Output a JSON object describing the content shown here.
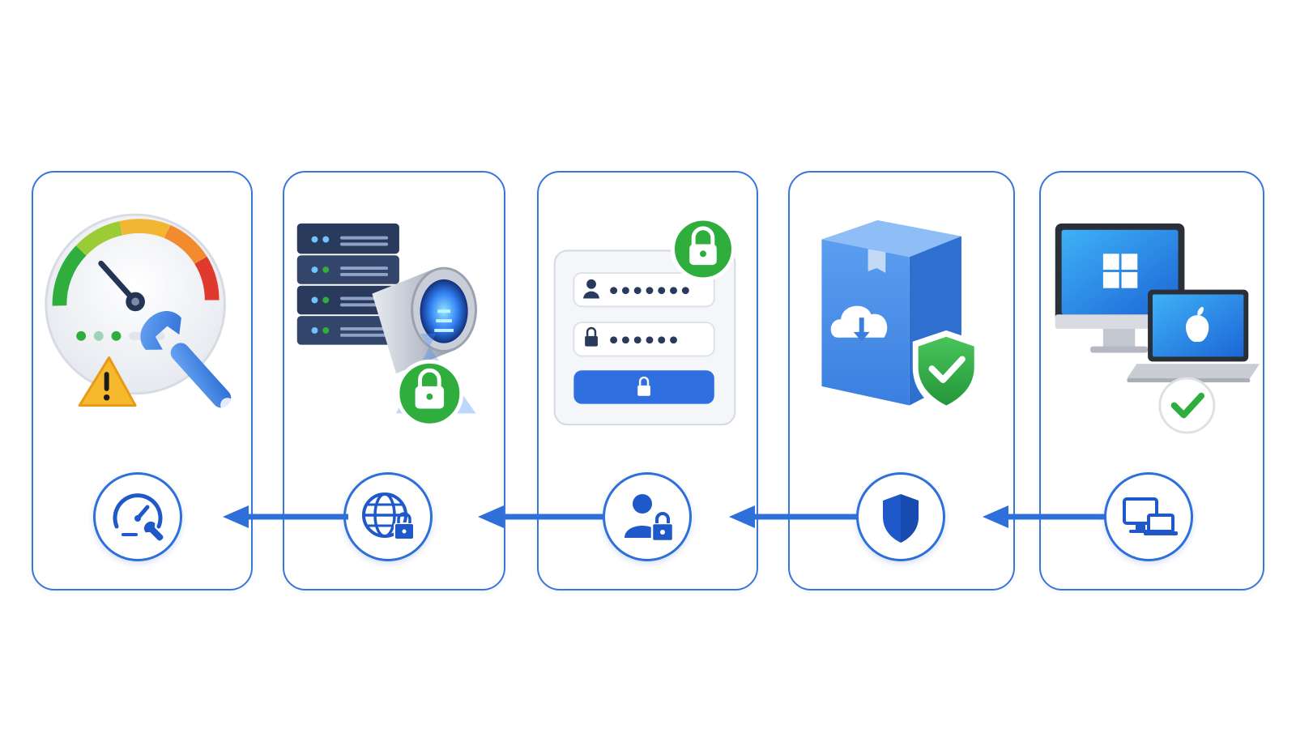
{
  "diagram": {
    "direction": "right-to-left",
    "accent_color": "#2f6fd9",
    "border_color": "#3a76d8",
    "success_color": "#2fae3e",
    "steps": [
      {
        "order": 1,
        "illustration": "speedometer-with-warning-and-wrench",
        "icon": "speedometer-wrench-icon"
      },
      {
        "order": 2,
        "illustration": "server-stack-with-encrypted-tunnel",
        "icon": "globe-lock-icon"
      },
      {
        "order": 3,
        "illustration": "login-form-with-padlock",
        "icon": "user-lock-icon"
      },
      {
        "order": 4,
        "illustration": "package-with-cloud-download-and-shield",
        "icon": "shield-icon"
      },
      {
        "order": 5,
        "illustration": "desktop-and-laptop-with-checkmark",
        "icon": "devices-icon"
      }
    ]
  }
}
